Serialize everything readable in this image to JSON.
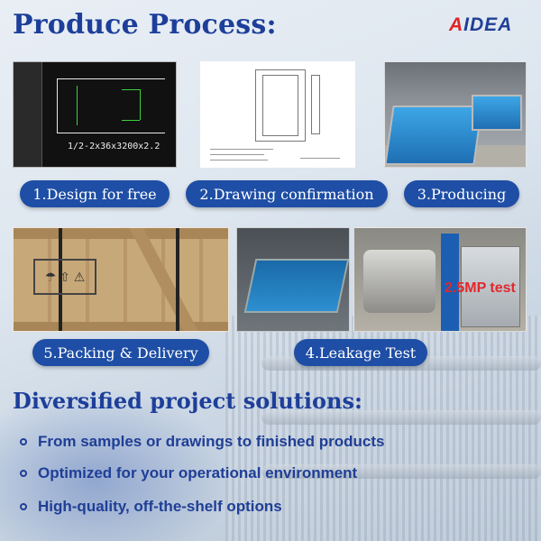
{
  "header": {
    "title": "Produce Process:",
    "logo_prefix": "A",
    "logo_rest": "IDEA"
  },
  "photos": {
    "cad_text": "1/2-2x36x3200x2.2",
    "leak_tag": "2.5MP test"
  },
  "steps": [
    {
      "label": "1.Design for free"
    },
    {
      "label": "2.Drawing confirmation"
    },
    {
      "label": "3.Producing"
    },
    {
      "label": "5.Packing & Delivery"
    },
    {
      "label": "4.Leakage Test"
    }
  ],
  "solutions": {
    "title": "Diversified project solutions:",
    "items": [
      "From samples or drawings to finished products",
      "Optimized for your operational environment",
      "High-quality, off-the-shelf options"
    ]
  },
  "colors": {
    "brand_blue": "#1d3f9a",
    "pill_blue": "#1e4ea5",
    "logo_red": "#e02424"
  }
}
